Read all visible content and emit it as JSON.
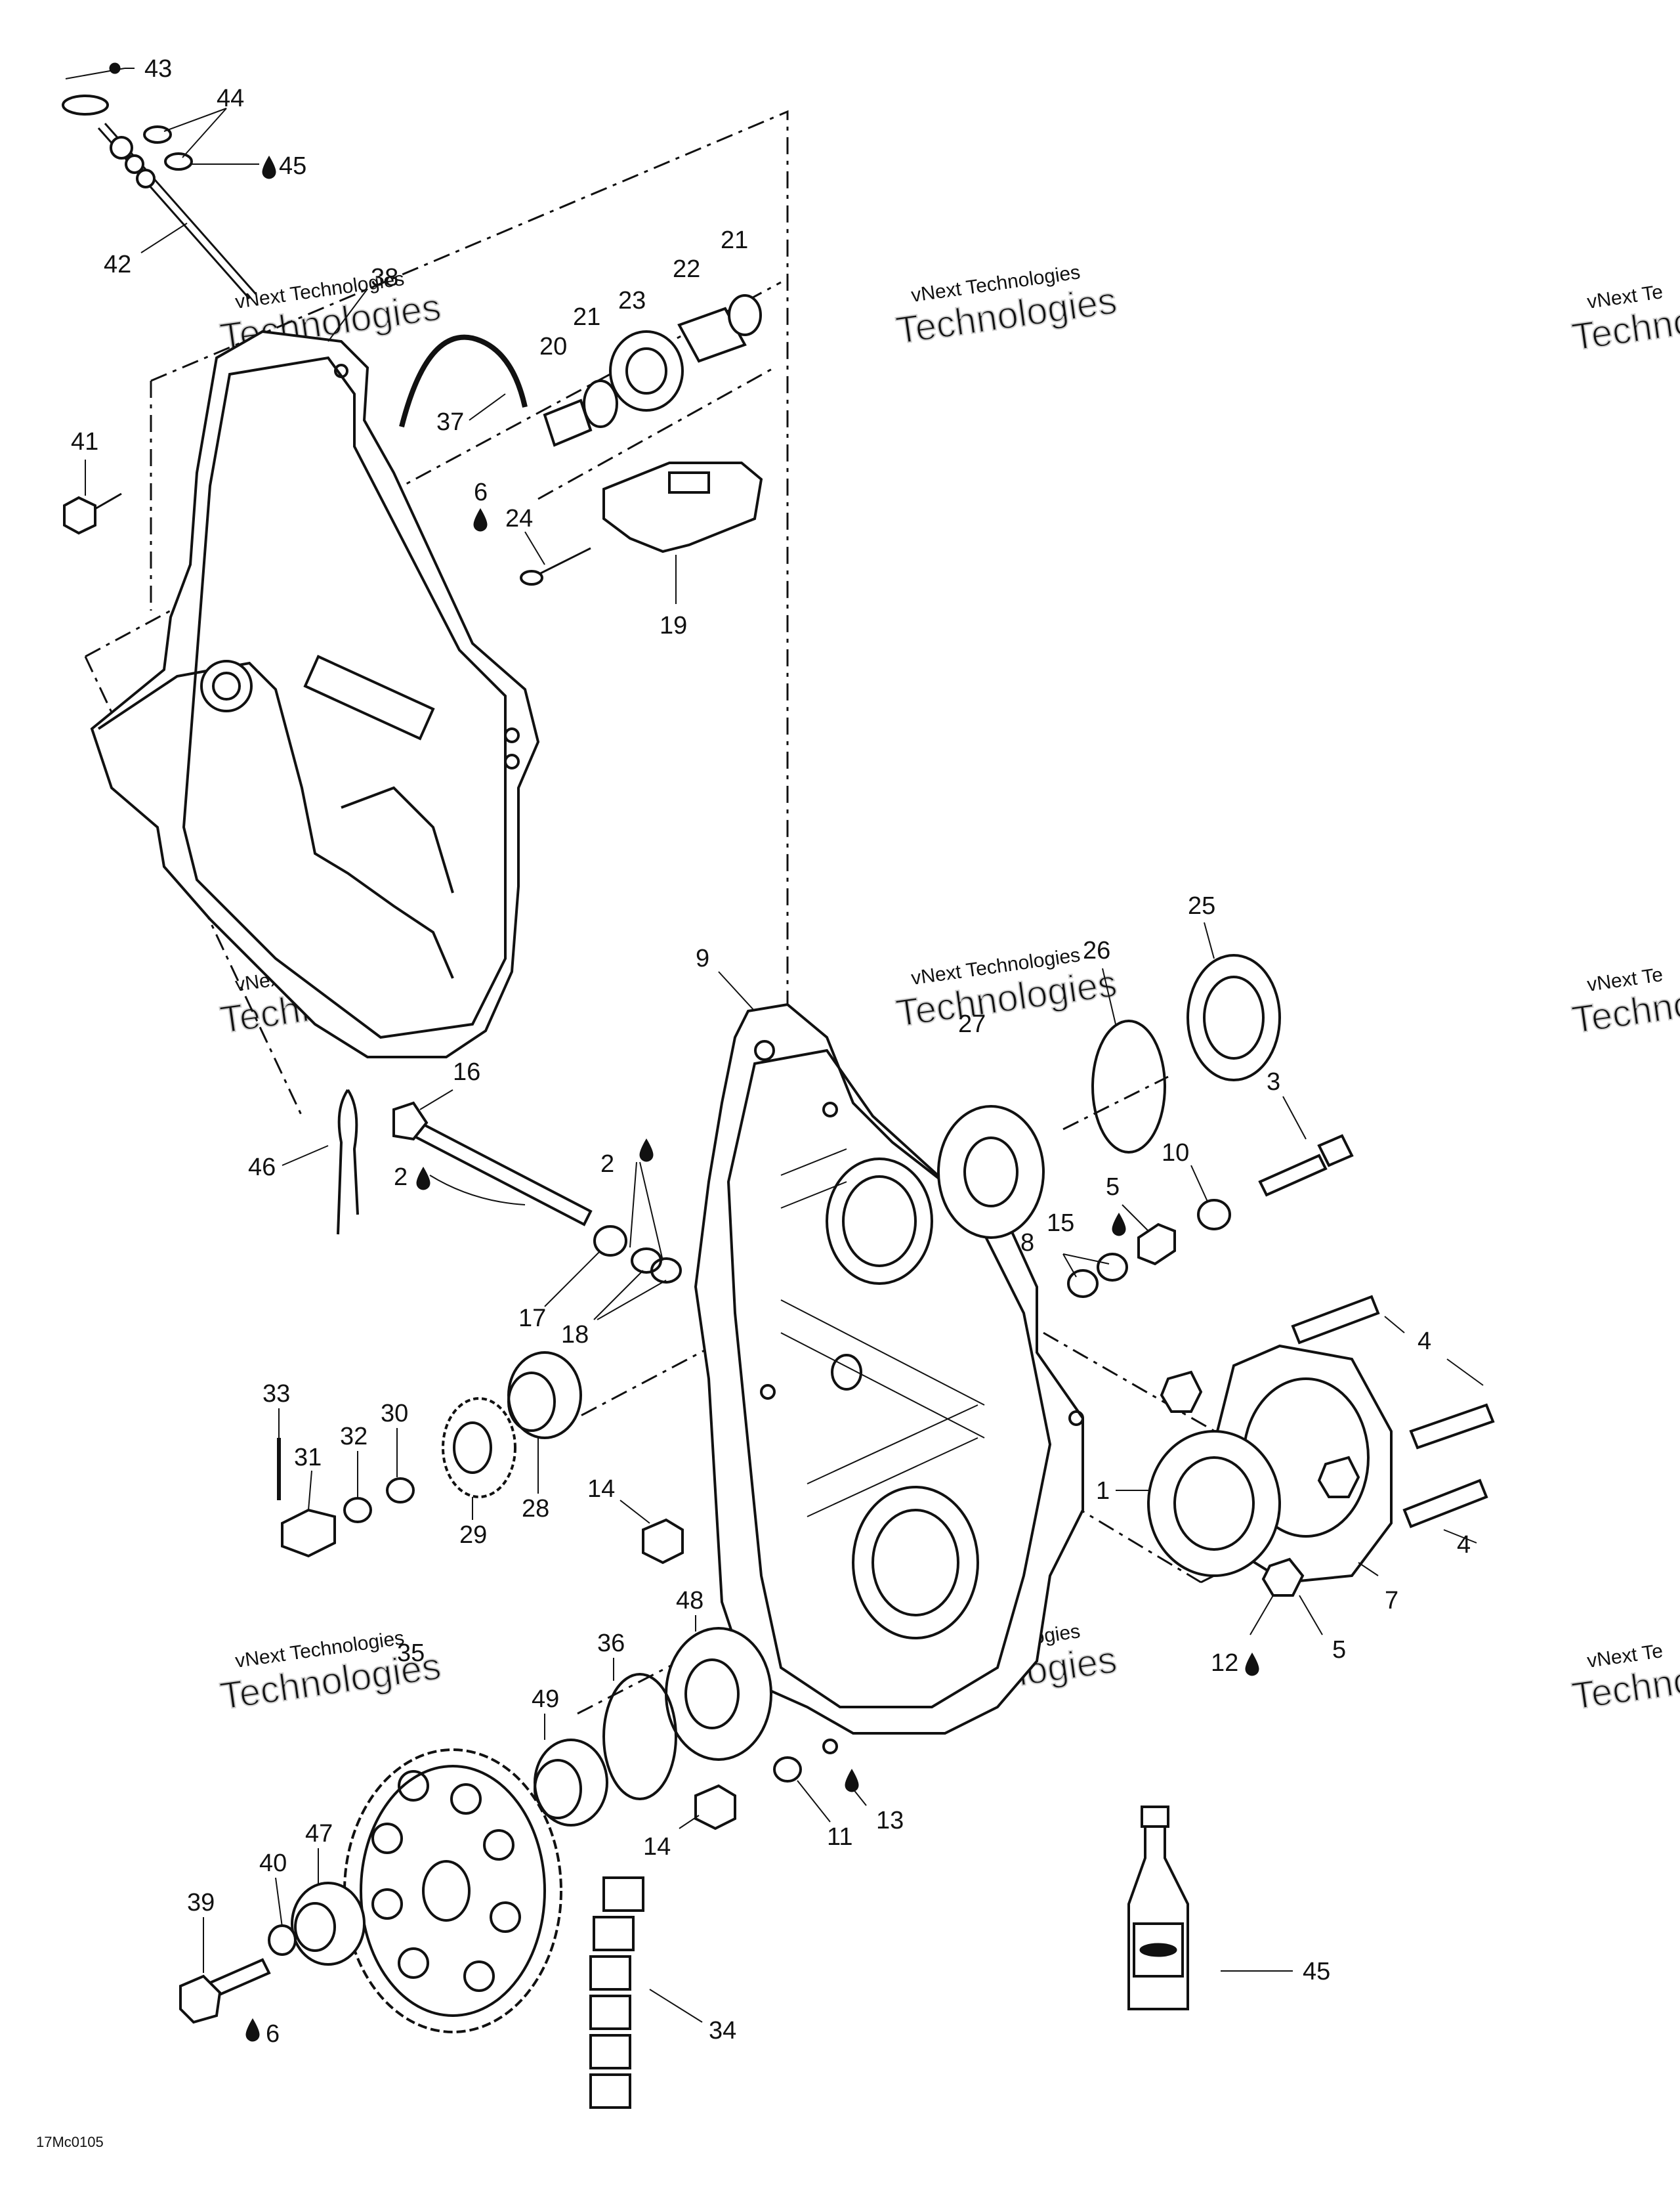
{
  "diagram_code": "17Mc0105",
  "watermarks": [
    {
      "line1": "vNext Technologies",
      "line2": "Technologies"
    },
    {
      "line1": "vNext Technologies",
      "line2": "Technologies"
    },
    {
      "line1": "vNext Technologies",
      "line2": "Technologies"
    },
    {
      "line1": "vNext Technologies",
      "line2": "Technologies"
    },
    {
      "line1": "vNext Technologies",
      "line2": "Technologies"
    },
    {
      "line1": "vNext Technologies",
      "line2": "Technologies"
    },
    {
      "line1": "vNext Te",
      "line2": "Techno"
    },
    {
      "line1": "vNext Te",
      "line2": "Techno"
    },
    {
      "line1": "vNext Te",
      "line2": "Techno"
    }
  ],
  "callouts": [
    {
      "id": "c43",
      "label": "43"
    },
    {
      "id": "c44",
      "label": "44"
    },
    {
      "id": "c45a",
      "label": "45"
    },
    {
      "id": "c42",
      "label": "42"
    },
    {
      "id": "c38",
      "label": "38"
    },
    {
      "id": "c41",
      "label": "41"
    },
    {
      "id": "c37",
      "label": "37"
    },
    {
      "id": "c20",
      "label": "20"
    },
    {
      "id": "c21a",
      "label": "21"
    },
    {
      "id": "c23",
      "label": "23"
    },
    {
      "id": "c22",
      "label": "22"
    },
    {
      "id": "c21b",
      "label": "21"
    },
    {
      "id": "c6a",
      "label": "6"
    },
    {
      "id": "c24",
      "label": "24"
    },
    {
      "id": "c19",
      "label": "19"
    },
    {
      "id": "c9",
      "label": "9"
    },
    {
      "id": "c26",
      "label": "26"
    },
    {
      "id": "c25",
      "label": "25"
    },
    {
      "id": "c27",
      "label": "27"
    },
    {
      "id": "c16",
      "label": "16"
    },
    {
      "id": "c46",
      "label": "46"
    },
    {
      "id": "c2a",
      "label": "2"
    },
    {
      "id": "c2b",
      "label": "2"
    },
    {
      "id": "c3",
      "label": "3"
    },
    {
      "id": "c10",
      "label": "10"
    },
    {
      "id": "c5a",
      "label": "5"
    },
    {
      "id": "c15",
      "label": "15"
    },
    {
      "id": "c8",
      "label": "8"
    },
    {
      "id": "c17",
      "label": "17"
    },
    {
      "id": "c18",
      "label": "18"
    },
    {
      "id": "c4a",
      "label": "4"
    },
    {
      "id": "c33",
      "label": "33"
    },
    {
      "id": "c30",
      "label": "30"
    },
    {
      "id": "c32",
      "label": "32"
    },
    {
      "id": "c31",
      "label": "31"
    },
    {
      "id": "c28",
      "label": "28"
    },
    {
      "id": "c29",
      "label": "29"
    },
    {
      "id": "c14a",
      "label": "14"
    },
    {
      "id": "c1",
      "label": "1"
    },
    {
      "id": "c4b",
      "label": "4"
    },
    {
      "id": "c7",
      "label": "7"
    },
    {
      "id": "c48",
      "label": "48"
    },
    {
      "id": "c36",
      "label": "36"
    },
    {
      "id": "c35",
      "label": "35"
    },
    {
      "id": "c49",
      "label": "49"
    },
    {
      "id": "c12",
      "label": "12"
    },
    {
      "id": "c5b",
      "label": "5"
    },
    {
      "id": "c13",
      "label": "13"
    },
    {
      "id": "c11",
      "label": "11"
    },
    {
      "id": "c14b",
      "label": "14"
    },
    {
      "id": "c47",
      "label": "47"
    },
    {
      "id": "c40",
      "label": "40"
    },
    {
      "id": "c39",
      "label": "39"
    },
    {
      "id": "c6b",
      "label": "6"
    },
    {
      "id": "c34",
      "label": "34"
    },
    {
      "id": "c45b",
      "label": "45"
    }
  ]
}
